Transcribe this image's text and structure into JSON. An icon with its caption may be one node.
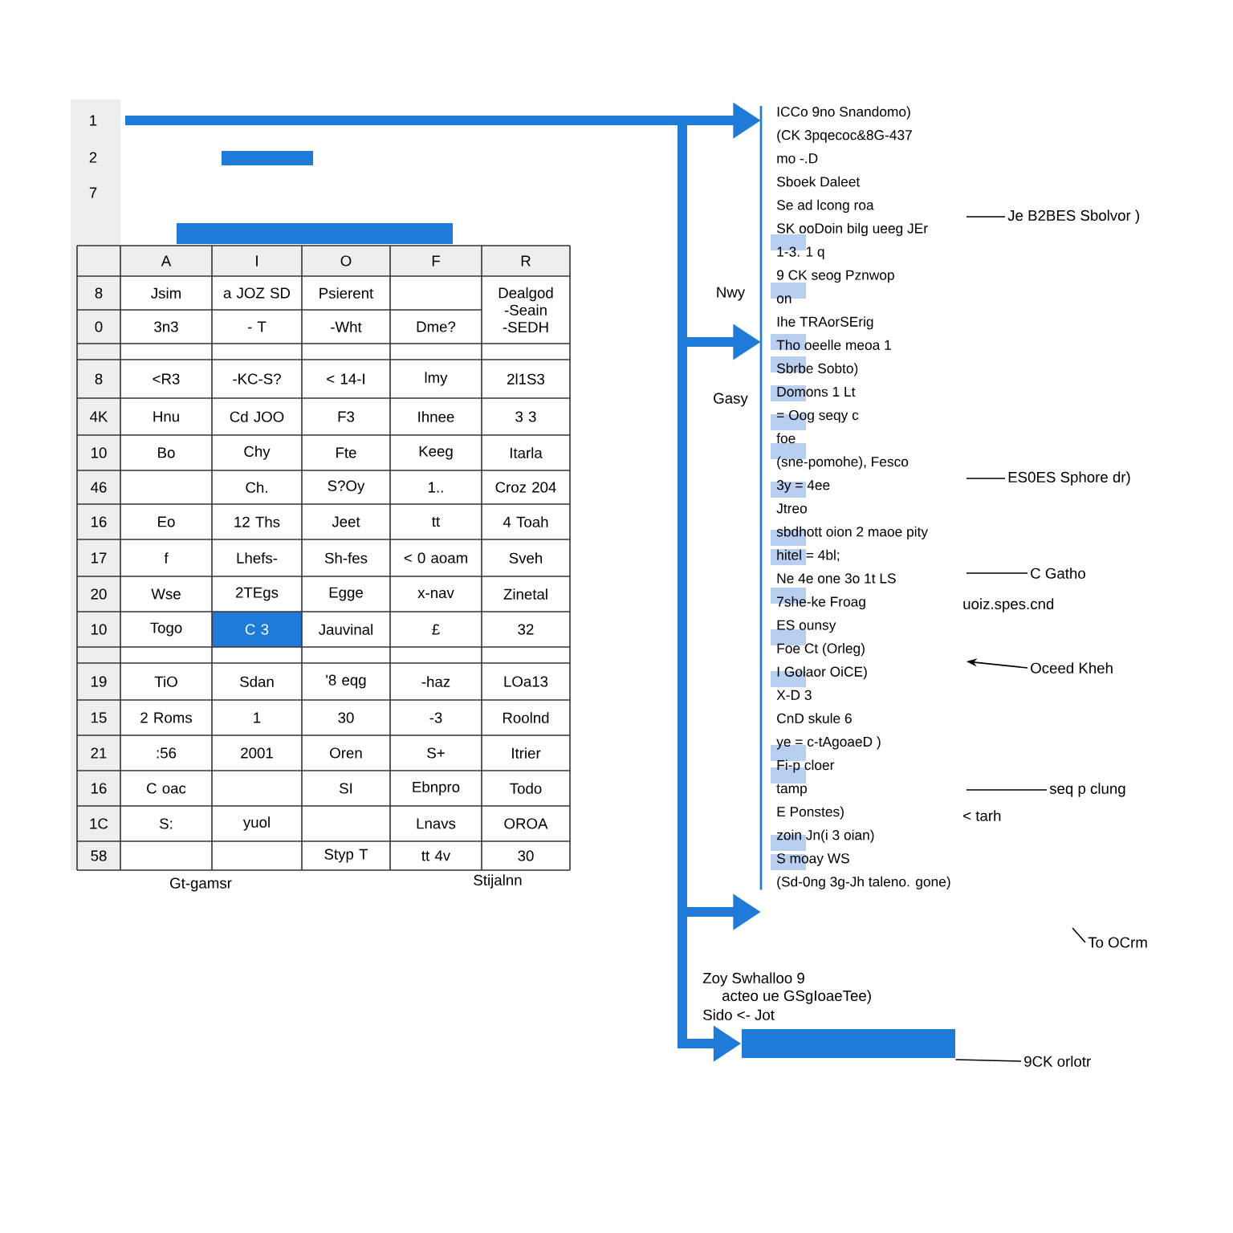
{
  "diagram": {
    "nodes": [
      {
        "text": [
          "ICCo 9no Snandomo)",
          "(CK 3pqecoc&8G-437",
          "mo -.D",
          "Sboek Daleet",
          "Se ad lcong roa",
          "SK ooDoin bilg ueeg JEr",
          "1-3. 1 q",
          "9 CK seog Pznwop",
          "on",
          "Ihe TRAorSErig",
          "Tho oeelle meoa 1",
          "Sbrbe Sobto)",
          "Domons 1 Lt",
          "= Oog seqy c",
          "foe",
          "(sne-pomohe), Fesco",
          "3y = 4ee",
          "Jtreo",
          "sbdhott oion 2 maoe pity",
          "hitel = 4bl;",
          "Ne 4e one 3o 1t LS",
          "7she-ke Froag",
          "ES ounsy",
          "Foe Ct (Orleg)",
          "I Golaor OiCE)",
          "X-D 3",
          "CnD skule 6",
          "ye = c-tAgoaeD )",
          "Fi-p cloer",
          "tamp",
          "E Ponstes)",
          "zoin Jn(i 3 oian)",
          "S moay WS",
          "(Sd-0ng 3g-Jh taleno. gone)"
        ]
      },
      {
        "text": [],
        "shape": "bar"
      },
      {
        "text": [
          "Je B2BES Sbolvor )"
        ]
      },
      {
        "text": [
          "ES0ES Sphore dr)"
        ]
      },
      {
        "text": [
          "C Gatho"
        ]
      },
      {
        "text": [
          "Oceed Kheh"
        ]
      },
      {
        "text": [
          "seq p clung"
        ]
      },
      {
        "text": [
          "To OCrm"
        ]
      },
      {
        "text": [
          "9CK orlotr"
        ]
      }
    ],
    "edges": [
      {
        "from": null,
        "to": 0,
        "arrow": "to",
        "style": "thick",
        "color": "#1f7ad8"
      },
      {
        "from": null,
        "to": 0,
        "arrow": "to",
        "style": "thick",
        "color": "#1f7ad8"
      },
      {
        "from": null,
        "to": 0,
        "arrow": "to",
        "style": "thick",
        "color": "#1f7ad8"
      },
      {
        "from": null,
        "to": 1,
        "arrow": "to",
        "style": "thick",
        "color": "#1f7ad8"
      },
      {
        "from": 2,
        "to": 0,
        "arrow": "none"
      },
      {
        "from": 3,
        "to": 0,
        "arrow": "none"
      },
      {
        "from": 4,
        "to": 0,
        "arrow": "none"
      },
      {
        "from": 5,
        "to": 0,
        "arrow": "to"
      },
      {
        "from": 6,
        "to": 0,
        "arrow": "none"
      },
      {
        "from": 7,
        "to": null,
        "arrow": "none"
      },
      {
        "from": 8,
        "to": 1,
        "arrow": "none"
      }
    ],
    "labels": [
      "1",
      "2",
      "7",
      "A",
      "I",
      "O",
      "F",
      "R",
      "8",
      "Jsim",
      "a JOZ SD",
      "Psierent",
      "Dealgod -Seain -SEDH",
      "0",
      "3n3",
      "- T",
      "-Wht",
      "Dme?",
      "8",
      "<R3",
      "-KC-S?",
      "< 14-I",
      "lmy",
      "2l1S3",
      "4K",
      "Hnu",
      "Cd JOO",
      "F3",
      "Ihnee",
      "3 3",
      "10",
      "Bo",
      "Chy",
      "Fte",
      "Keeg",
      "Itarla",
      "46",
      "Ch.",
      "S?Oy",
      "1..",
      "Croz 204",
      "16",
      "Eo",
      "12 Ths",
      "Jeet",
      "tt",
      "4 Toah",
      "17",
      "f",
      "Lhefs-",
      "Sh-fes",
      "< 0 aoam",
      "Sveh",
      "20",
      "Wse",
      "2TEgs",
      "Egge",
      "x-nav",
      "Zinetal",
      "10",
      "Togo",
      "C 3",
      "Jauvinal",
      "£",
      "32",
      "19",
      "TiO",
      "Sdan",
      "'8 eqg",
      "-haz",
      "LOa13",
      "15",
      "2 Roms",
      "1",
      "30",
      "-3",
      "Roolnd",
      "21",
      ":56",
      "2001",
      "Oren",
      "S+",
      "Itrier",
      "16",
      "C oac",
      "SI",
      "Ebnpro",
      "Todo",
      "1C",
      "S:",
      "yuol",
      "Lnavs",
      "OROA",
      "58",
      "Styp T",
      "tt 4v",
      "30",
      "Gt-gamsr",
      "Stijalnn",
      "Nwy",
      "Gasy",
      "uoiz.spes.cnd",
      "< tarh",
      "Zoy Swhalloo 9",
      "acteo ue GSgIoaeTee)",
      "Sido <- Jot"
    ]
  }
}
